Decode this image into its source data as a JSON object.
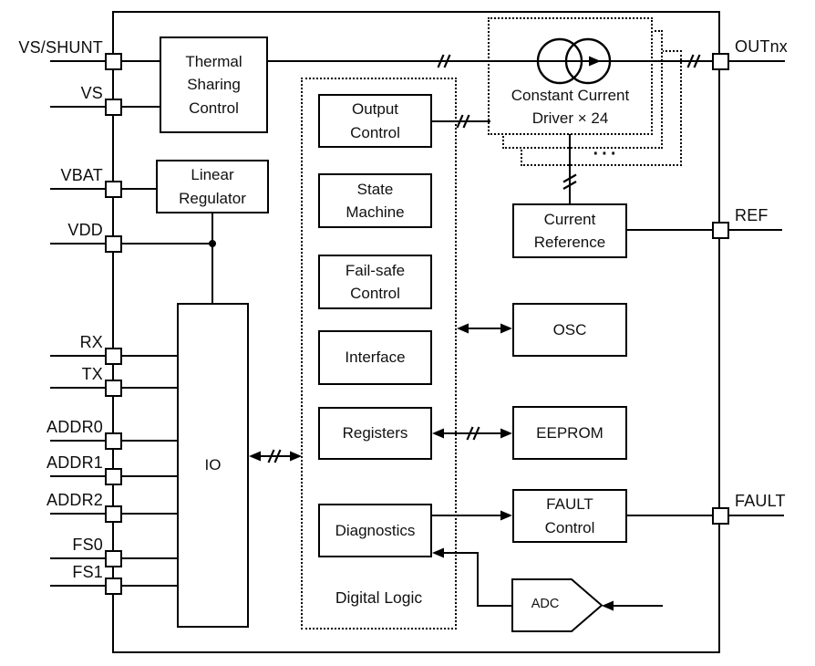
{
  "pins_left": [
    "VS/SHUNT",
    "VS",
    "VBAT",
    "VDD",
    "RX",
    "TX",
    "ADDR0",
    "ADDR1",
    "ADDR2",
    "FS0",
    "FS1"
  ],
  "pins_right": [
    "OUTnx",
    "REF",
    "FAULT"
  ],
  "blocks": {
    "thermal_sharing": "Thermal\nSharing\nControl",
    "linear_regulator": "Linear\nRegulator",
    "io": "IO",
    "output_control": "Output\nControl",
    "state_machine": "State\nMachine",
    "fail_safe_control": "Fail-safe\nControl",
    "interface": "Interface",
    "registers": "Registers",
    "diagnostics": "Diagnostics",
    "current_reference": "Current\nReference",
    "osc": "OSC",
    "eeprom": "EEPROM",
    "fault_control": "FAULT\nControl",
    "adc": "ADC",
    "constant_current_driver": "Constant Current\nDriver × 24",
    "digital_logic": "Digital Logic",
    "stack_ellipsis": "···"
  },
  "colors": {
    "line": "#000000",
    "background": "#ffffff"
  }
}
